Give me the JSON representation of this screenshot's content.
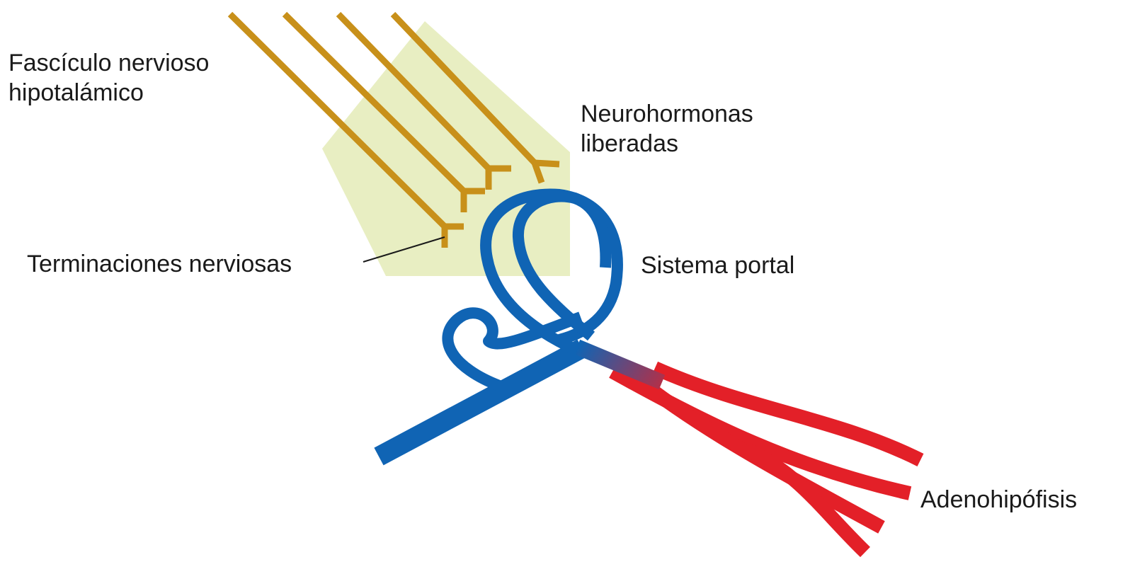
{
  "labels": {
    "fasciculo": [
      "Fascículo nervioso",
      "hipotalámico"
    ],
    "neurohormonas": [
      "Neurohormonas",
      "liberadas"
    ],
    "terminaciones": "Terminaciones nerviosas",
    "sistema_portal": "Sistema portal",
    "adenohipofisis": "Adenohipófisis"
  },
  "colors": {
    "background": "#ffffff",
    "release_area": "#e8eec2",
    "nerve_fiber": "#c8901a",
    "portal_vein": "#1064b4",
    "artery": "#e32028",
    "leader_line": "#1a1a1a"
  },
  "icons": [
    "nerve-fiber-icon",
    "nerve-terminal-icon",
    "portal-vessel-icon",
    "artery-icon"
  ]
}
